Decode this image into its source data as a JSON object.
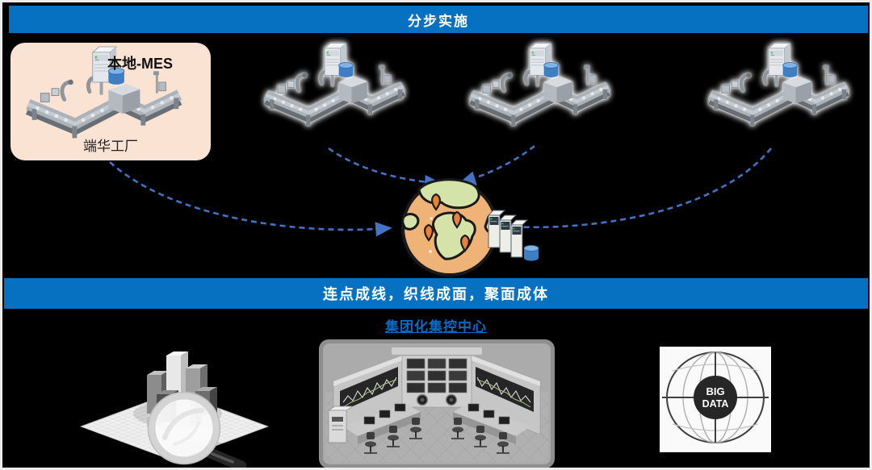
{
  "slide": {
    "background_color": "#000000",
    "accent_blue": "#0671C1",
    "arrow_color": "#4472C4",
    "top_banner": {
      "label": "分步实施"
    },
    "middle_banner": {
      "label": "连点成线，织线成面，聚面成体"
    },
    "local_factory": {
      "box_color": "#FBE3D4",
      "system_label": "本地-MES",
      "factory_name": "端华工厂",
      "icon": "smart-factory-line"
    },
    "remote_factories": [
      {
        "icon": "smart-factory-line"
      },
      {
        "icon": "smart-factory-line"
      },
      {
        "icon": "smart-factory-line"
      }
    ],
    "central_hub": {
      "globe_icon": "globe-with-location-pins",
      "servers_icon": "server-stack-with-database"
    },
    "arrows": {
      "style": "dashed curved",
      "count": 4
    },
    "control_center": {
      "title": "集团化集控中心",
      "title_color": "#0B6BC4",
      "images": [
        {
          "icon": "3d-bar-chart-with-magnifier"
        },
        {
          "icon": "control-room"
        },
        {
          "icon": "big-data-wireframe-globe",
          "label_line1": "BIG",
          "label_line2": "DATA"
        }
      ]
    }
  }
}
